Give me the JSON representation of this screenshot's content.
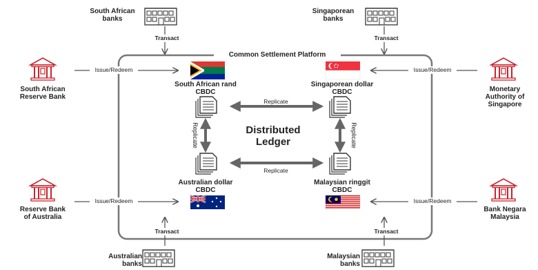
{
  "platform_title": "Common Settlement Platform",
  "ledger_label": [
    "Distributed",
    "Ledger"
  ],
  "replicate": "Replicate",
  "transact": "Transact",
  "issue_redeem": "Issue/Redeem",
  "central_banks": {
    "sa": [
      "South African",
      "Reserve Bank"
    ],
    "sg": [
      "Monetary",
      "Authority of",
      "Singapore"
    ],
    "au": [
      "Reserve Bank",
      "of Australia"
    ],
    "my": [
      "Bank Negara",
      "Malaysia"
    ]
  },
  "commercial_banks": {
    "sa": [
      "South African",
      "banks"
    ],
    "sg": [
      "Singaporean",
      "banks"
    ],
    "au": [
      "Australian",
      "banks"
    ],
    "my": [
      "Malaysian",
      "banks"
    ]
  },
  "cbdcs": {
    "sa": [
      "South African rand",
      "CBDC"
    ],
    "sg": [
      "Singaporean dollar",
      "CBDC"
    ],
    "au": [
      "Australian dollar",
      "CBDC"
    ],
    "my": [
      "Malaysian ringgit",
      "CBDC"
    ]
  },
  "colors": {
    "central_bank": "#c8232c",
    "line": "#555555",
    "frame": "#666666",
    "arrow": "#666666"
  }
}
